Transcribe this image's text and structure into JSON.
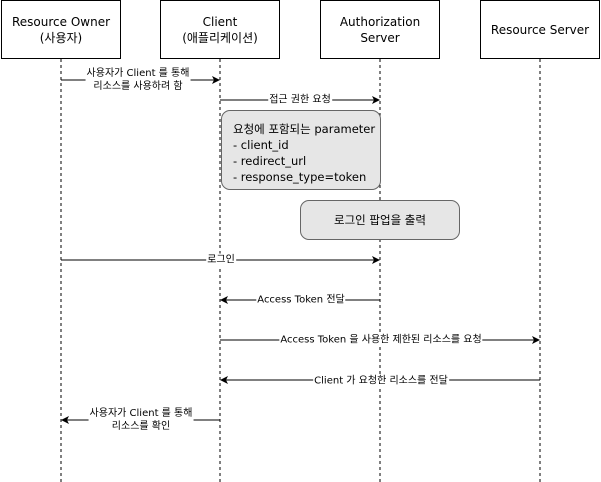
{
  "actors": {
    "resource_owner": {
      "name": "Resource Owner",
      "sub": "(사용자)"
    },
    "client": {
      "name": "Client",
      "sub": "(애플리케이션)"
    },
    "auth_server": {
      "name": "Authorization Server"
    },
    "resource_server": {
      "name": "Resource Server"
    }
  },
  "messages": {
    "m1": [
      "사용자가 Client 를 통해",
      "리소스를 사용하려 함"
    ],
    "m2": "접근 권한 요청",
    "m3": "로그인",
    "m4": "Access Token 전달",
    "m5": "Access Token 을 사용한 제한된 리소스를 요청",
    "m6": "Client 가 요청한 리소스를 전달",
    "m7": [
      "사용자가 Client 를 통해",
      "리소스를 확인"
    ]
  },
  "notes": {
    "params": {
      "title": "요청에 포함되는 parameter",
      "items": [
        "- client_id",
        "- redirect_url",
        "- response_type=token"
      ]
    },
    "popup": "로그인 팝업을 출력"
  }
}
